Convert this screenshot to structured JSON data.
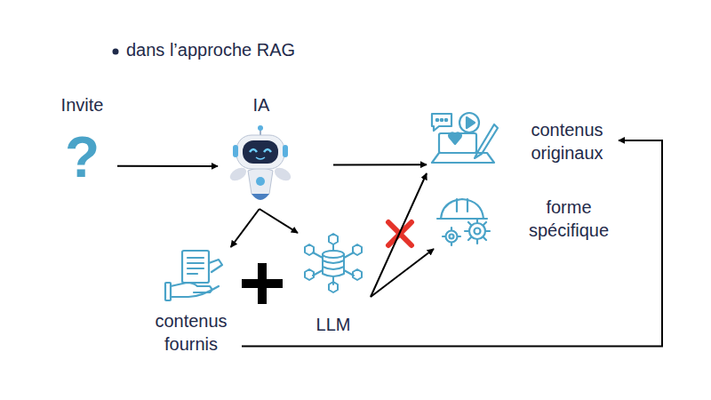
{
  "diagram": {
    "title": "dans l’approche RAG",
    "nodes": [
      {
        "text": [
          "Invite",
          "?"
        ]
      },
      {
        "text": [
          "IA"
        ]
      },
      {
        "text": [
          "contenus originaux"
        ]
      },
      {
        "text": [
          "forme spécifique"
        ]
      },
      {
        "text": [
          "contenus fournis"
        ]
      },
      {
        "text": [
          "LLM"
        ]
      }
    ],
    "edges": [
      {
        "from": 0,
        "to": 1,
        "arrow": "to"
      },
      {
        "from": 1,
        "to": 2,
        "arrow": "to"
      },
      {
        "from": 1,
        "to": 4,
        "arrow": "to"
      },
      {
        "from": 1,
        "to": 5,
        "arrow": "to"
      },
      {
        "from": 5,
        "to": 2,
        "arrow": "to"
      },
      {
        "from": 5,
        "to": 3,
        "arrow": "to"
      },
      {
        "from": 4,
        "to": 2,
        "arrow": "to"
      }
    ]
  }
}
